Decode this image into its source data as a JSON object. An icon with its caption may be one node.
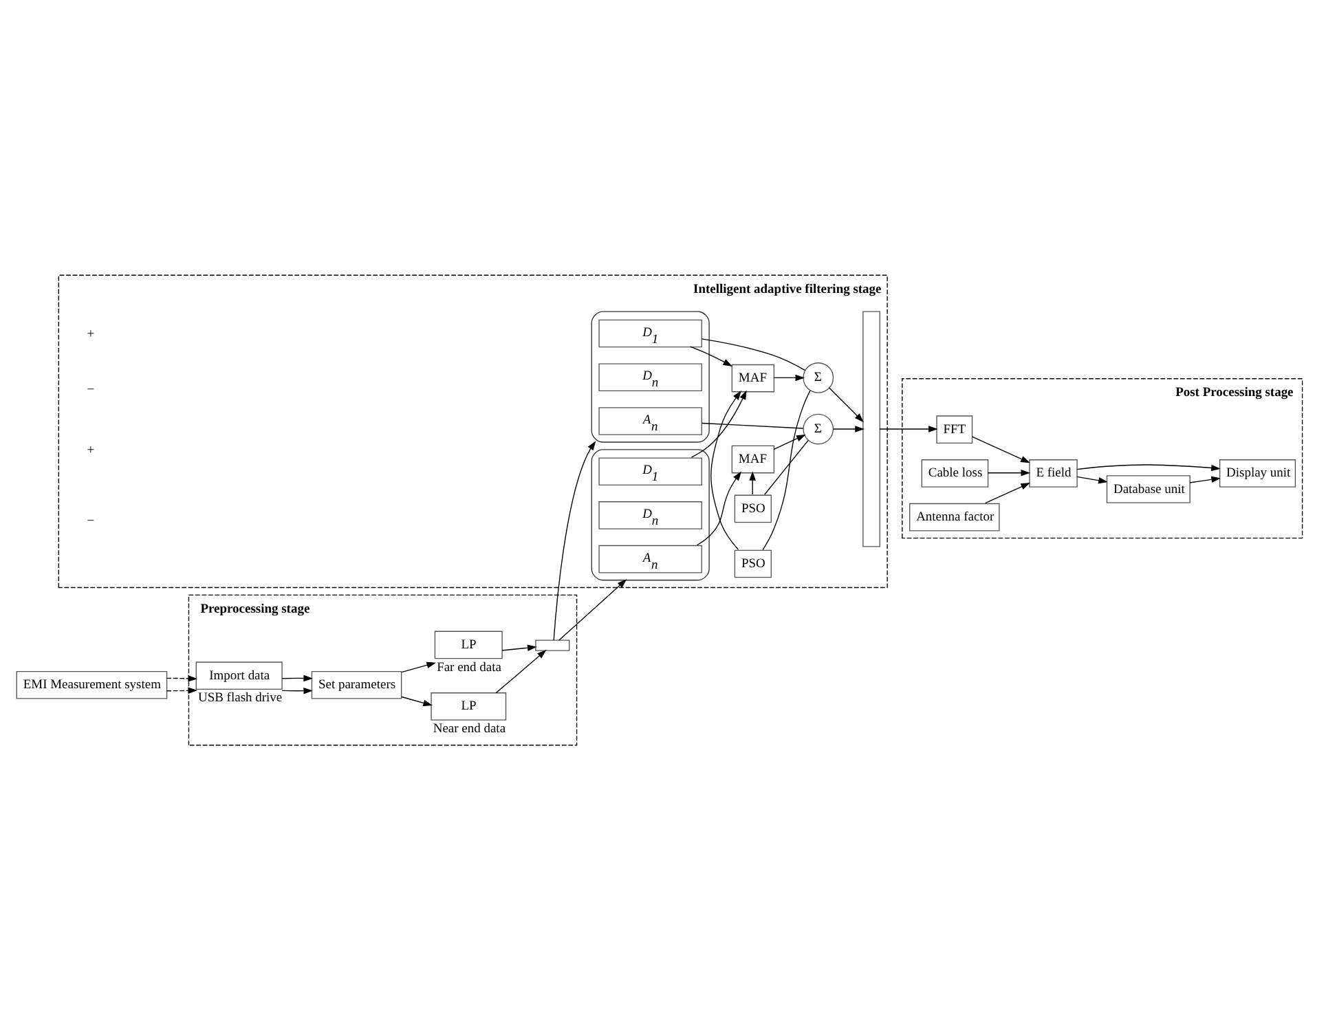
{
  "diagram": {
    "nodes": [
      {
        "text": [
          "Preprocessing stage"
        ]
      },
      {
        "text": [
          "LP"
        ],
        "in": 0,
        "beside": [
          "Far end data"
        ]
      },
      {
        "text": [
          "LP"
        ],
        "in": 0,
        "beside": [
          "Near end data"
        ]
      },
      {
        "text": [
          "Set parameters"
        ],
        "in": 0
      },
      {
        "text": [
          "Import data"
        ],
        "in": 0,
        "beside": [
          "USB flash drive"
        ]
      },
      {
        "text": [
          "EMI Measurement system"
        ]
      },
      {
        "text": [],
        "shape": "box",
        "in": 0
      },
      {
        "text": [
          "Intelligent adaptive filtering stage"
        ]
      },
      {
        "text": [],
        "shape": "box",
        "in": 7
      },
      {
        "text": [
          "A$_{n}$"
        ],
        "in": 8
      },
      {
        "text": [
          "D$_{n}$"
        ],
        "in": 8
      },
      {
        "text": [
          "D$_{1}$"
        ],
        "in": 8
      },
      {
        "text": [],
        "shape": "box",
        "in": 7
      },
      {
        "text": [
          "A$_{n}$"
        ],
        "in": 12
      },
      {
        "text": [
          "D$_{n}$"
        ],
        "in": 12
      },
      {
        "text": [
          "D$_{1}$"
        ],
        "in": 12
      },
      {
        "text": [
          "MAF"
        ],
        "in": 7
      },
      {
        "text": [
          "PSO"
        ],
        "in": 7
      },
      {
        "text": [
          "Σ"
        ],
        "in": 7
      },
      {
        "text": [
          "MAF"
        ],
        "in": 7
      },
      {
        "text": [
          "PSO"
        ],
        "in": 7
      },
      {
        "text": [
          "Σ"
        ],
        "in": 7
      },
      {
        "text": [],
        "shape": "bar",
        "in": 7
      },
      {
        "text": [
          "Post Processing stage"
        ]
      },
      {
        "text": [
          "FFT"
        ],
        "in": 23
      },
      {
        "text": [
          "Cable loss"
        ],
        "in": 23
      },
      {
        "text": [
          "Antenna factor"
        ],
        "in": 23
      },
      {
        "text": [
          "E field"
        ],
        "in": 23
      },
      {
        "text": [
          "Database unit"
        ],
        "in": 23
      },
      {
        "text": [
          "Display unit"
        ],
        "in": 23
      }
    ],
    "edges": [
      {
        "from": 5,
        "to": 4,
        "arrow": "to",
        "style": "dashed"
      },
      {
        "from": 5,
        "to": 4,
        "arrow": "to",
        "style": "dashed"
      },
      {
        "from": 4,
        "to": 3,
        "arrow": "to"
      },
      {
        "from": 4,
        "to": 3,
        "arrow": "to"
      },
      {
        "from": 3,
        "to": 1,
        "arrow": "to"
      },
      {
        "from": 3,
        "to": 2,
        "arrow": "to"
      },
      {
        "from": 1,
        "to": 6,
        "arrow": "to"
      },
      {
        "from": 2,
        "to": 6,
        "arrow": "to"
      },
      {
        "from": 6,
        "to": 8,
        "arrow": "to"
      },
      {
        "from": 6,
        "to": 12,
        "arrow": "to"
      },
      {
        "from": 9,
        "to": 18,
        "arrow": "none"
      },
      {
        "from": 11,
        "to": 19,
        "arrow": "to"
      },
      {
        "from": 13,
        "to": 16,
        "arrow": "to"
      },
      {
        "from": 15,
        "to": 19,
        "arrow": "to"
      },
      {
        "from": 11,
        "to": 21,
        "arrow": "none"
      },
      {
        "from": 16,
        "to": 18,
        "arrow": "to"
      },
      {
        "from": 18,
        "to": 17,
        "arrow": "none"
      },
      {
        "from": 17,
        "to": 16,
        "arrow": "to"
      },
      {
        "from": 19,
        "to": 21,
        "arrow": "to"
      },
      {
        "from": 21,
        "to": 20,
        "arrow": "none"
      },
      {
        "from": 20,
        "to": 19,
        "arrow": "to"
      },
      {
        "from": 18,
        "to": 22,
        "arrow": "to"
      },
      {
        "from": 21,
        "to": 22,
        "arrow": "to"
      },
      {
        "from": 22,
        "to": 24,
        "arrow": "to"
      },
      {
        "from": 24,
        "to": 27,
        "arrow": "to"
      },
      {
        "from": 25,
        "to": 27,
        "arrow": "to"
      },
      {
        "from": 26,
        "to": 27,
        "arrow": "to"
      },
      {
        "from": 27,
        "to": 28,
        "arrow": "to"
      },
      {
        "from": 27,
        "to": 29,
        "arrow": "to"
      },
      {
        "from": 28,
        "to": 29,
        "arrow": "to"
      }
    ],
    "labels": [
      "+",
      "−",
      "+",
      "−"
    ]
  }
}
